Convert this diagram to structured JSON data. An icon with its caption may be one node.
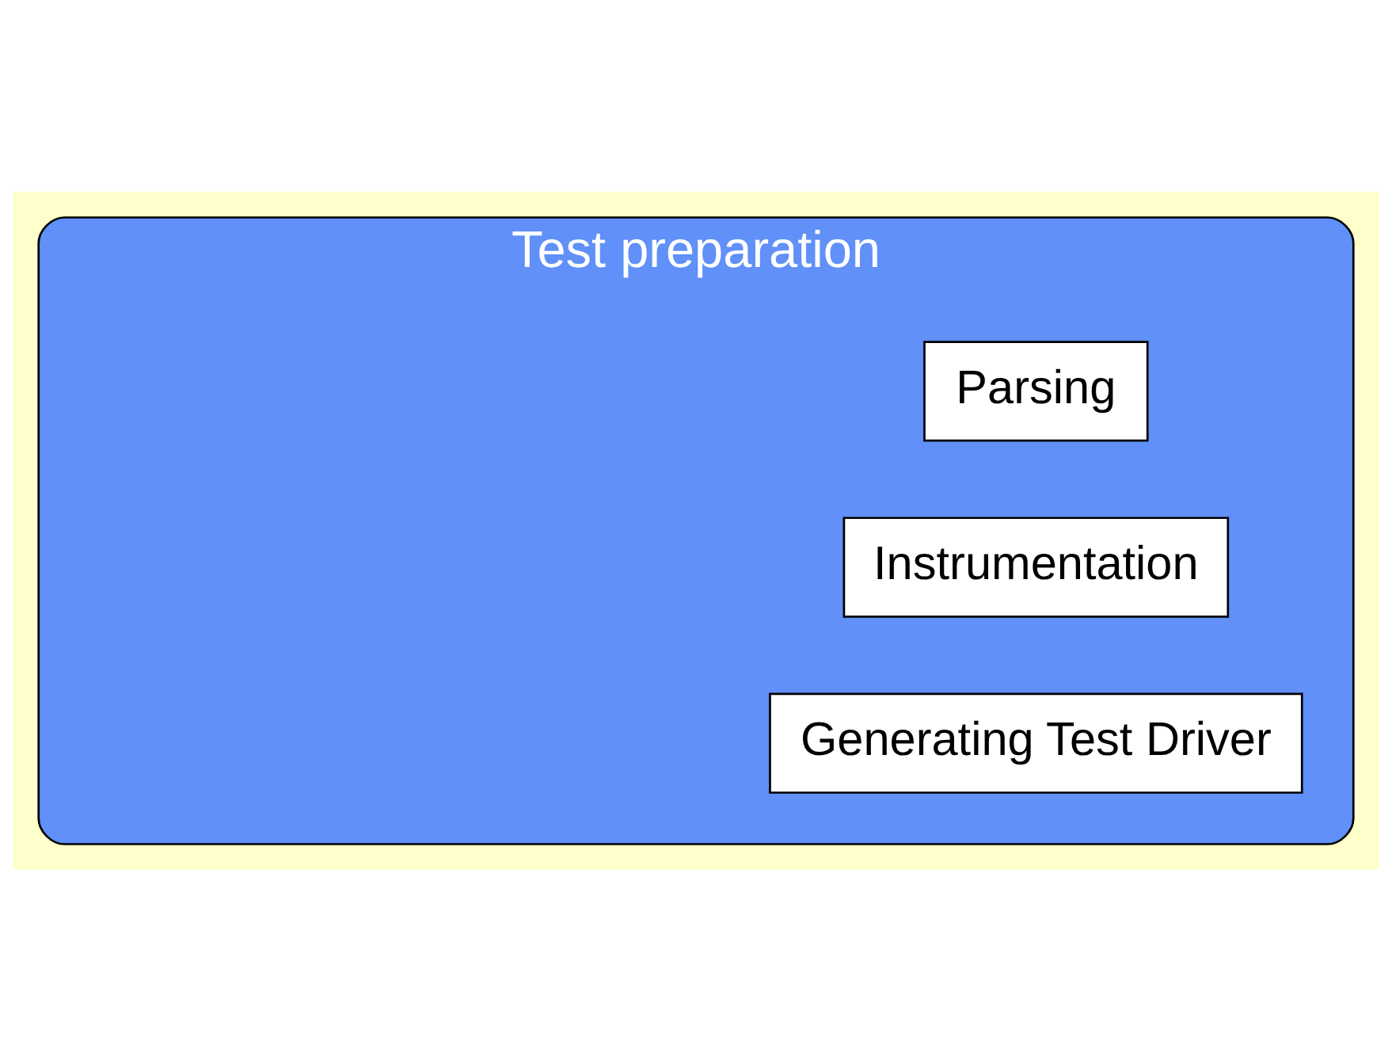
{
  "diagram": {
    "nodes": [
      {
        "text": [
          "Test preparation"
        ]
      },
      {
        "text": [
          "Parsing"
        ],
        "in": 0
      },
      {
        "text": [
          "Instrumentation"
        ],
        "in": 0
      },
      {
        "text": [
          "Generating Test Driver"
        ],
        "in": 0
      }
    ]
  }
}
